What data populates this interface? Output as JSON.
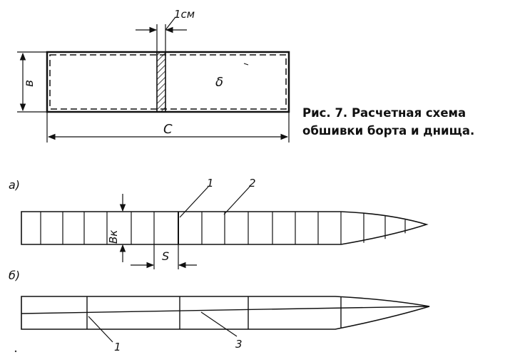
{
  "panel": {
    "dimension_top": "1см",
    "dimension_height": "в",
    "dimension_width": "С",
    "thickness_label": "δ"
  },
  "caption": {
    "line1": "Рис. 7. Расчетная схема",
    "line2": "обшивки борта и днища."
  },
  "hull_a": {
    "label": "а)",
    "height_label": "Вк",
    "spacing_label": "S",
    "callout_1": "1",
    "callout_2": "2"
  },
  "hull_b": {
    "label": "б)",
    "callout_1": "1",
    "callout_3": "3"
  }
}
